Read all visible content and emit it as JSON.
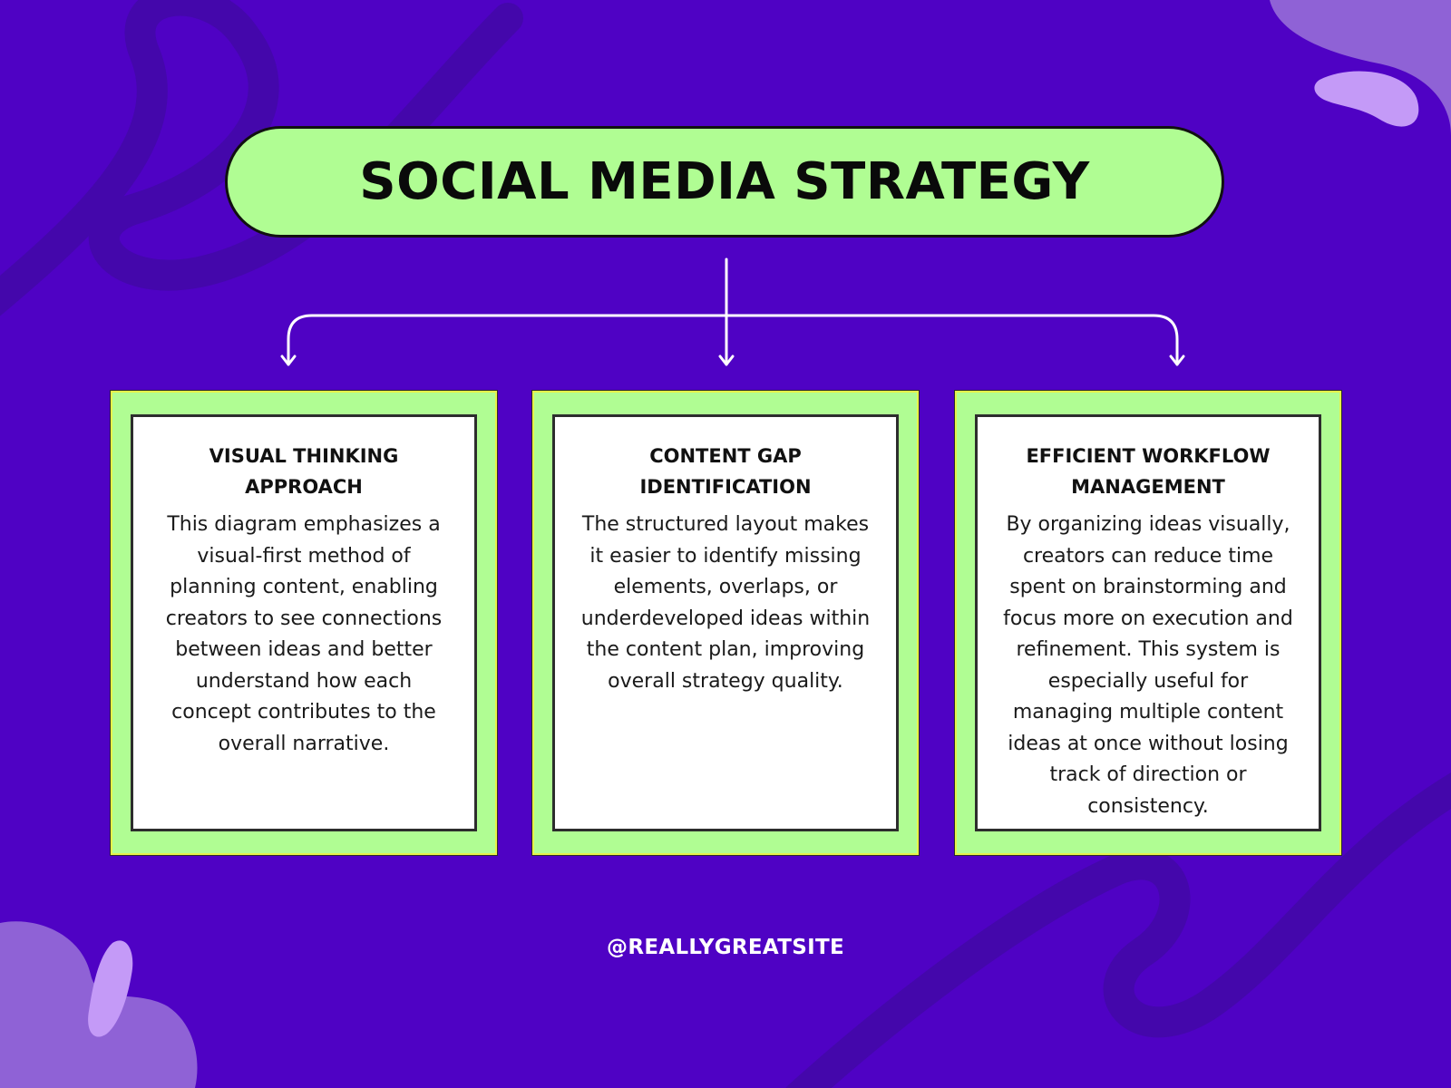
{
  "title": "SOCIAL MEDIA STRATEGY",
  "cards": [
    {
      "title": "VISUAL THINKING APPROACH",
      "body": "This diagram emphasizes a visual-first method of planning content, enabling creators to see connections between ideas and better understand how each concept contributes to the overall narrative."
    },
    {
      "title": "CONTENT GAP IDENTIFICATION",
      "body": "The structured layout makes it easier to identify missing elements, overlaps, or underdeveloped ideas within the content plan, improving overall strategy quality."
    },
    {
      "title": "EFFICIENT WORKFLOW MANAGEMENT",
      "body": "By organizing ideas visually, creators can reduce time spent on brainstorming and focus more on execution and refinement. This system is especially useful for managing multiple content ideas at once without losing track of direction or consistency."
    }
  ],
  "footer_handle": "@REALLYGREATSITE",
  "colors": {
    "background": "#4f02c4",
    "accent_green": "#b0fd93",
    "blob_lavender": "#c49af7",
    "blob_violet": "#8f62d6"
  }
}
